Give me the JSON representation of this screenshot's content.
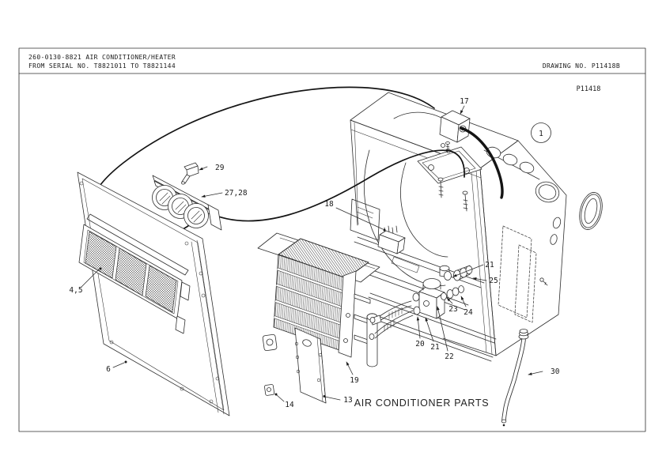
{
  "header": {
    "part_line": "260-0130-8821 AIR CONDITIONER/HEATER",
    "serial_line": "FROM SERIAL NO. T8821011 TO T8821144",
    "drawing_no": "DRAWING NO. P11418B"
  },
  "drawing": {
    "code": "P11418",
    "sheet_marker": "1",
    "caption": "AIR CONDITIONER PARTS",
    "callouts": {
      "p17": "17",
      "p29": "29",
      "p27_28": "27,28",
      "p18": "18",
      "p21_upper": "21",
      "p25": "25",
      "p23": "23",
      "p24": "24",
      "p4_5": "4,5",
      "p20": "20",
      "p21_lower": "21",
      "p22": "22",
      "p6": "6",
      "p19": "19",
      "p30": "30",
      "p14": "14",
      "p13": "13"
    }
  },
  "colors": {
    "line": "#2e2e2e",
    "background": "#ffffff"
  }
}
